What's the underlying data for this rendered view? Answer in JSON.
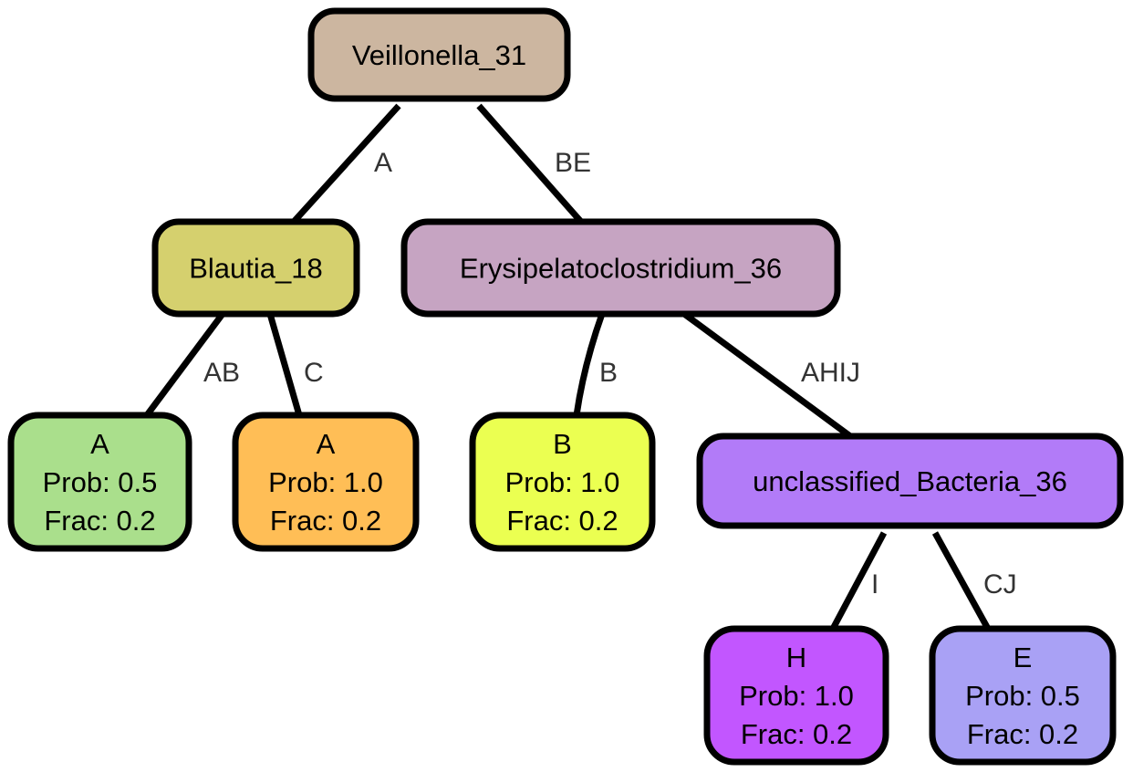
{
  "nodes": [
    {
      "id": "veillonella",
      "label": "Veillonella_31",
      "color": "#ccb6a0"
    },
    {
      "id": "blautia",
      "label": "Blautia_18",
      "color": "#d5d06e"
    },
    {
      "id": "erysipelato",
      "label": "Erysipelatoclostridium_36",
      "color": "#c6a4c2"
    },
    {
      "id": "leaf-a1",
      "lines": [
        "A",
        "Prob: 0.5",
        "Frac: 0.2"
      ],
      "color": "#aadf8c"
    },
    {
      "id": "leaf-a2",
      "lines": [
        "A",
        "Prob: 1.0",
        "Frac: 0.2"
      ],
      "color": "#ffbe56"
    },
    {
      "id": "leaf-b",
      "lines": [
        "B",
        "Prob: 1.0",
        "Frac: 0.2"
      ],
      "color": "#ebff51"
    },
    {
      "id": "unclassified",
      "label": "unclassified_Bacteria_36",
      "color": "#b27bf8"
    },
    {
      "id": "leaf-h",
      "lines": [
        "H",
        "Prob: 1.0",
        "Frac: 0.2"
      ],
      "color": "#c256ff"
    },
    {
      "id": "leaf-e",
      "lines": [
        "E",
        "Prob: 0.5",
        "Frac: 0.2"
      ],
      "color": "#a9a1f5"
    }
  ],
  "edges": [
    {
      "id": "edge-veillonella-blautia",
      "from": "veillonella",
      "to": "blautia",
      "label": "A"
    },
    {
      "id": "edge-veillonella-erysipelato",
      "from": "veillonella",
      "to": "erysipelato",
      "label": "BE"
    },
    {
      "id": "edge-blautia-a1",
      "from": "blautia",
      "to": "leaf-a1",
      "label": "AB"
    },
    {
      "id": "edge-blautia-a2",
      "from": "blautia",
      "to": "leaf-a2",
      "label": "C"
    },
    {
      "id": "edge-erysipelato-b",
      "from": "erysipelato",
      "to": "leaf-b",
      "label": "B"
    },
    {
      "id": "edge-erysipelato-unclassified",
      "from": "erysipelato",
      "to": "unclassified",
      "label": "AHIJ"
    },
    {
      "id": "edge-unclassified-h",
      "from": "unclassified",
      "to": "leaf-h",
      "label": "I"
    },
    {
      "id": "edge-unclassified-e",
      "from": "unclassified",
      "to": "leaf-e",
      "label": "CJ"
    }
  ]
}
